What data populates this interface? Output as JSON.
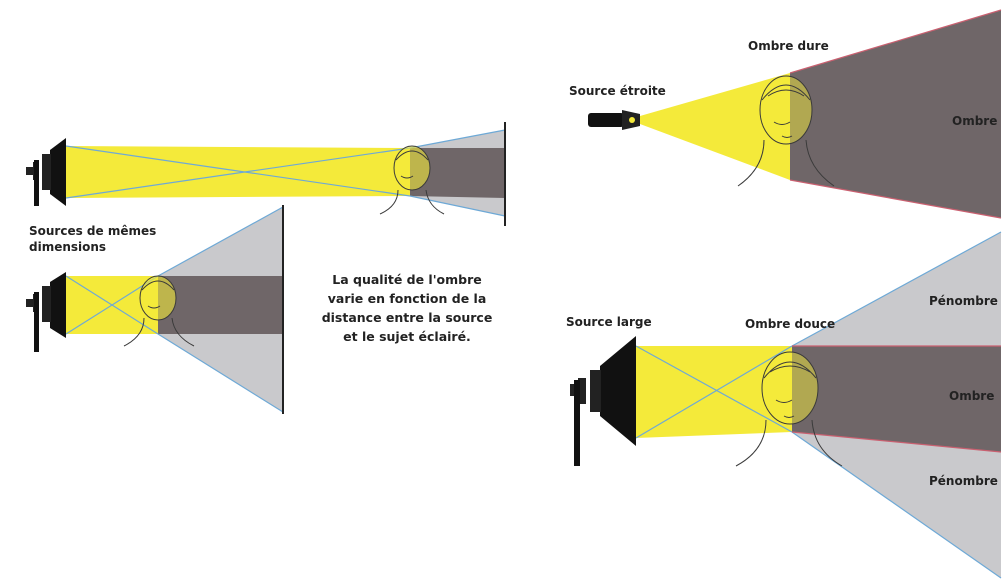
{
  "labels": {
    "same_size_sources": "Sources de mêmes dimensions",
    "caption": "La qualité de l'ombre varie en fonction de la distance entre la source et le sujet éclairé.",
    "narrow_source": "Source étroite",
    "hard_shadow": "Ombre dure",
    "shadow_top": "Ombre",
    "wide_source": "Source large",
    "soft_shadow": "Ombre douce",
    "penumbra_top": "Pénombre",
    "shadow_bottom": "Ombre",
    "penumbra_bottom": "Pénombre"
  },
  "colors": {
    "light": "#f4ea3a",
    "shadow": "#6f6668",
    "penumbra": "#c9c9cc",
    "ray": "#6ea9d6",
    "edge": "#c96070"
  }
}
